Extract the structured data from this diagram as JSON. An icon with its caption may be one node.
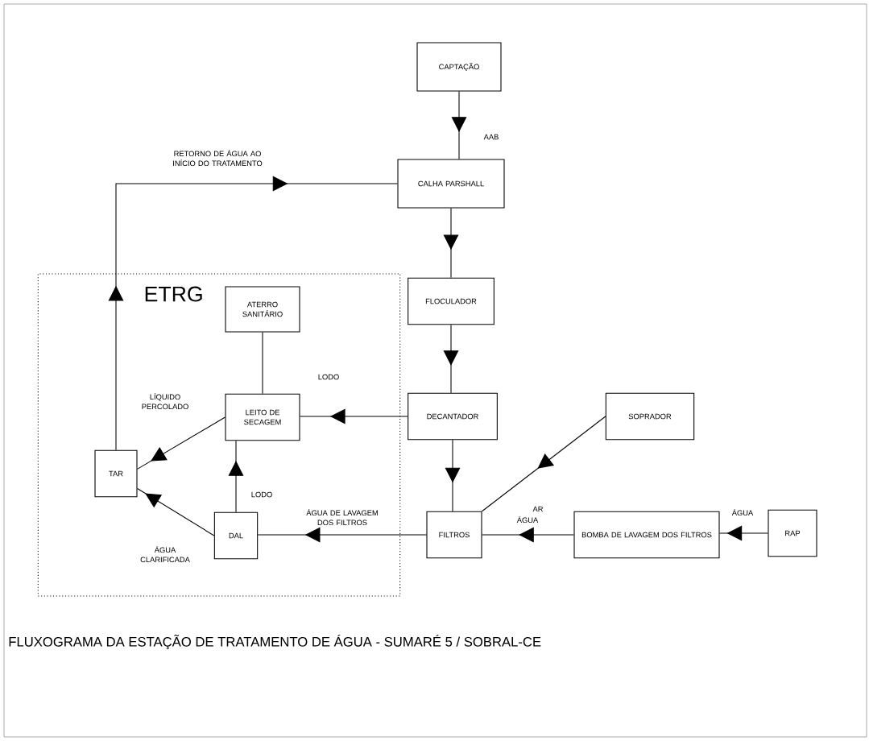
{
  "diagram": {
    "caption": "FLUXOGRAMA DA ESTAÇÃO DE TRATAMENTO DE ÁGUA - SUMARÉ 5 / SOBRAL-CE",
    "nodes": [
      {
        "text": [
          "CAPTAÇÃO"
        ]
      },
      {
        "text": [
          "CALHA PARSHALL"
        ]
      },
      {
        "text": [
          "FLOCULADOR"
        ]
      },
      {
        "text": [
          "DECANTADOR"
        ]
      },
      {
        "text": [
          "SOPRADOR"
        ]
      },
      {
        "text": [
          "FILTROS"
        ]
      },
      {
        "text": [
          "BOMBA DE LAVAGEM DOS FILTROS"
        ]
      },
      {
        "text": [
          "RAP"
        ]
      },
      {
        "text": [
          "ETRG"
        ]
      },
      {
        "text": [
          "ATERRO SANITÁRIO"
        ],
        "in": 8
      },
      {
        "text": [
          "LEITO DE SECAGEM"
        ],
        "in": 8
      },
      {
        "text": [
          "TAR"
        ],
        "in": 8
      },
      {
        "text": [
          "DAL"
        ],
        "in": 8
      }
    ],
    "edges": [
      {
        "from": 0,
        "to": 1,
        "arrow": "to",
        "label": "AAB"
      },
      {
        "from": 11,
        "to": 1,
        "arrow": "to",
        "label": "RETORNO DE ÁGUA AO INÍCIO DO TRATAMENTO"
      },
      {
        "from": 1,
        "to": 2,
        "arrow": "to"
      },
      {
        "from": 2,
        "to": 3,
        "arrow": "to"
      },
      {
        "from": 3,
        "to": 10,
        "arrow": "to",
        "label": "LODO"
      },
      {
        "from": 3,
        "to": 5,
        "arrow": "to"
      },
      {
        "from": 9,
        "to": 10,
        "arrow": "none"
      },
      {
        "from": 10,
        "to": 11,
        "arrow": "to",
        "label": "LÍQUIDO PERCOLADO"
      },
      {
        "from": 12,
        "to": 10,
        "arrow": "to",
        "label": "LODO"
      },
      {
        "from": 12,
        "to": 11,
        "arrow": "to",
        "label": "ÁGUA CLARIFICADA"
      },
      {
        "from": 5,
        "to": 12,
        "arrow": "to",
        "label": "ÁGUA DE LAVAGEM DOS FILTROS"
      },
      {
        "from": 4,
        "to": 5,
        "arrow": "to",
        "label": "AR"
      },
      {
        "from": 6,
        "to": 5,
        "arrow": "to",
        "label": "ÁGUA"
      },
      {
        "from": 7,
        "to": 6,
        "arrow": "to",
        "label": "ÁGUA"
      }
    ]
  }
}
